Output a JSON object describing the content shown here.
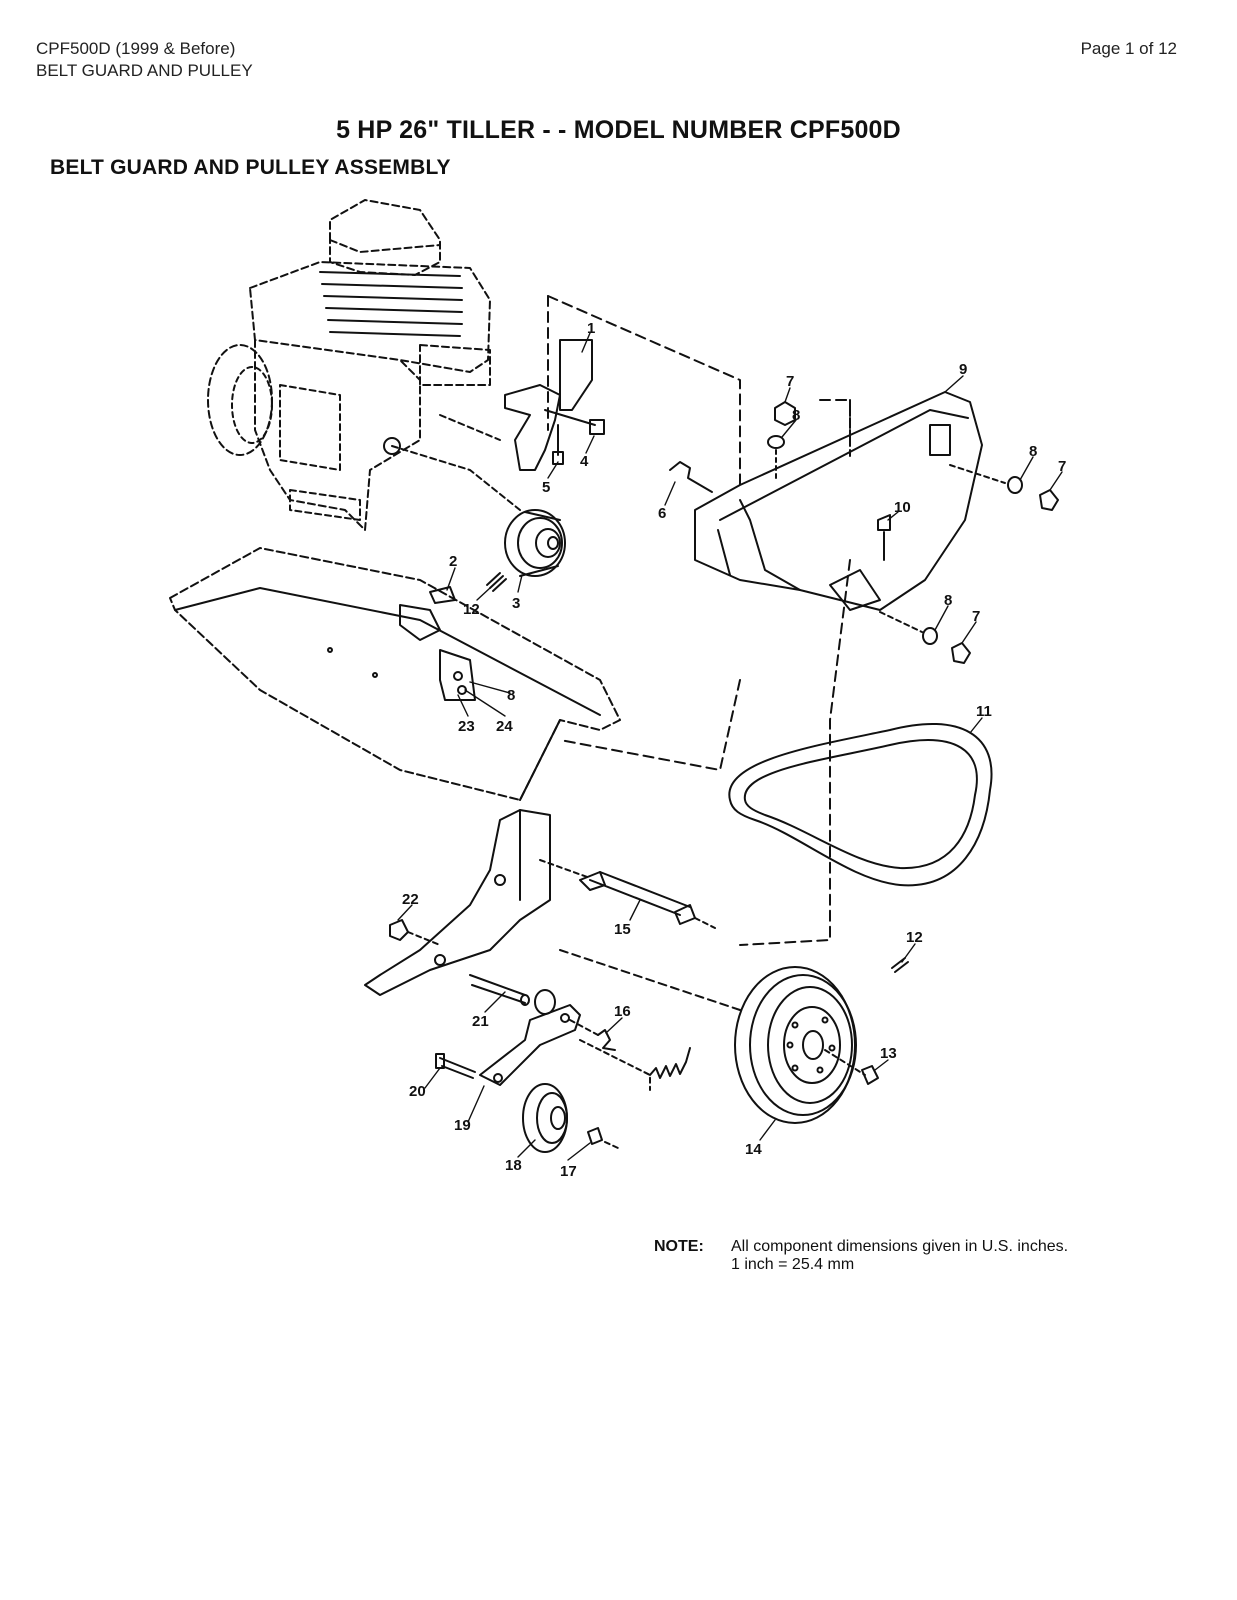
{
  "header": {
    "line1": "CPF500D (1999 & Before)",
    "line2": "BELT GUARD AND PULLEY",
    "page": "Page 1 of 12"
  },
  "title": "5 HP 26\" TILLER - - MODEL NUMBER CPF500D",
  "subtitle": "BELT GUARD AND PULLEY ASSEMBLY",
  "callouts": {
    "c1": "1",
    "c2": "2",
    "c3": "3",
    "c4": "4",
    "c5": "5",
    "c6": "6",
    "c7a": "7",
    "c8a": "8",
    "c9": "9",
    "c8b": "8",
    "c7b": "7",
    "c10": "10",
    "c8c": "8",
    "c7c": "7",
    "c12a": "12",
    "c8d": "8",
    "c23": "23",
    "c24": "24",
    "c11": "11",
    "c22": "22",
    "c15": "15",
    "c12b": "12",
    "c21": "21",
    "c16": "16",
    "c13": "13",
    "c20": "20",
    "c19": "19",
    "c18": "18",
    "c17": "17",
    "c14": "14"
  },
  "note": {
    "label": "NOTE:",
    "line1": "All component dimensions given in U.S. inches.",
    "line2": "1 inch = 25.4 mm"
  }
}
